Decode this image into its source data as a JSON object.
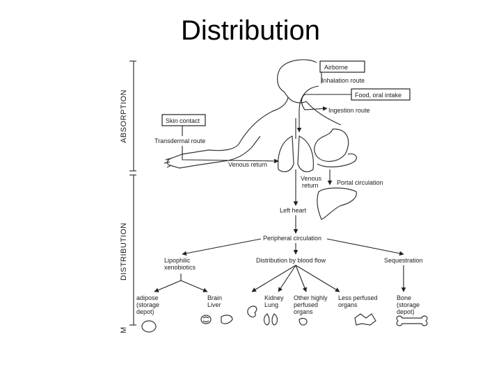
{
  "title": "Distribution",
  "side_labels": {
    "absorption": "ABSORPTION",
    "distribution": "DISTRIBUTION",
    "bottom": "M"
  },
  "boxes": {
    "airborne": "Airborne",
    "food": "Food, oral intake",
    "skin": "Skin contact"
  },
  "routes": {
    "inhalation": "Inhalation route",
    "ingestion": "Ingestion route",
    "transdermal": "Transdermal route",
    "venous_return": "Venous return",
    "venous_return_2": [
      "Venous",
      "return"
    ],
    "portal": "Portal circulation",
    "left_heart": "Left heart",
    "peripheral": "Peripheral circulation"
  },
  "branches": {
    "lipophilic": [
      "Lipophilic",
      "xenobiotics"
    ],
    "blood_flow": "Distribution by blood flow",
    "sequestration": "Sequestration"
  },
  "targets": {
    "adipose": [
      "adipose",
      "(storage",
      "depot)"
    ],
    "brain": [
      "Brain",
      "Liver"
    ],
    "kidney": [
      "Kidney",
      "Lung"
    ],
    "other": [
      "Other highly",
      "perfused",
      "organs"
    ],
    "less": [
      "Less perfused",
      "organs"
    ],
    "bone": [
      "Bone",
      "(storage",
      "depot)"
    ]
  }
}
